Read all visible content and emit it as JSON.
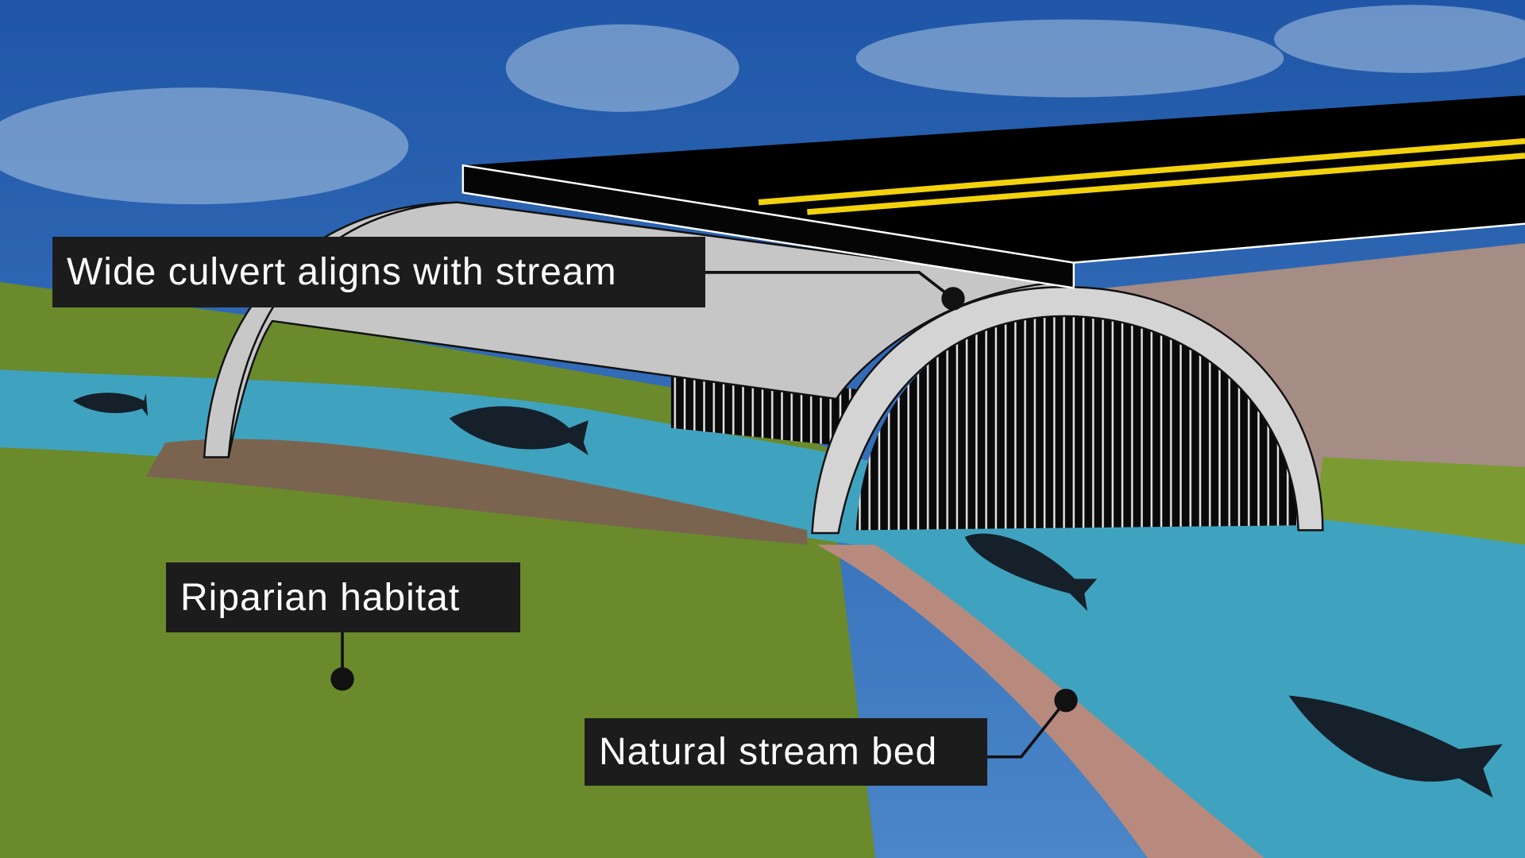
{
  "labels": {
    "culvert": "Wide culvert aligns with stream",
    "riparian": "Riparian habitat",
    "stream_bed": "Natural stream bed"
  },
  "colors": {
    "sky": "#2a62b4",
    "water": "#3fa3bf",
    "grass": "#6f8a2a",
    "road": "#000000",
    "road_line": "#f2d20c",
    "culvert": "#c8c8c8",
    "label_bg": "#1c1c1c"
  }
}
